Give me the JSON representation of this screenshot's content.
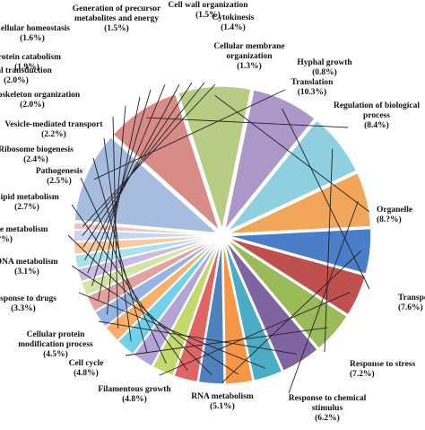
{
  "chart_data": {
    "type": "pie",
    "title": "",
    "slices": [
      {
        "label": "Translation",
        "display": [
          "Translation",
          "(10.3%)"
        ],
        "value": 10.3,
        "color": "#a6bde0"
      },
      {
        "label": "Regulation of biological process",
        "display": [
          "Regulation of biological",
          "process",
          "(8.4%)"
        ],
        "value": 8.4,
        "color": "#d98b87"
      },
      {
        "label": "Organelle",
        "display": [
          "Organelle",
          "(8.?%)"
        ],
        "value": 8.2,
        "color": "#b7cd85"
      },
      {
        "label": "Transport",
        "display": [
          "Transport",
          "(7.6%)"
        ],
        "value": 7.6,
        "color": "#ab98c8"
      },
      {
        "label": "Response to stress",
        "display": [
          "Response to stress",
          "(7.2%)"
        ],
        "value": 7.2,
        "color": "#8ecfe0"
      },
      {
        "label": "Response to chemical stimulus",
        "display": [
          "Response to chemical",
          "stimulus",
          "(6.2%)"
        ],
        "value": 6.2,
        "color": "#f2a65a"
      },
      {
        "label": "RNA metabolism",
        "display": [
          "RNA metabolism",
          "(5.1%)"
        ],
        "value": 5.1,
        "color": "#4a7ec9"
      },
      {
        "label": "Filamentous growth",
        "display": [
          "Filamentous growth",
          "(4.8%)"
        ],
        "value": 4.8,
        "color": "#c0504d"
      },
      {
        "label": "Cell cycle",
        "display": [
          "Cell cycle",
          "(4.8%)"
        ],
        "value": 4.8,
        "color": "#9bbb59"
      },
      {
        "label": "Cellular protein modification process",
        "display": [
          "Cellular protein",
          "modification process",
          "(4.5%)"
        ],
        "value": 4.5,
        "color": "#8064a2"
      },
      {
        "label": "Response to drugs",
        "display": [
          "Response to drugs",
          "(3.3%)"
        ],
        "value": 3.3,
        "color": "#4bacc6"
      },
      {
        "label": "DNA metabolism",
        "display": [
          "DNA metabolism",
          "(3.1%)"
        ],
        "value": 3.1,
        "color": "#f79646"
      },
      {
        "label": "Carbohydrate metabolism",
        "display": [
          "Carbohydrate metabolism",
          "(2.?%)"
        ],
        "value": 2.9,
        "color": "#4f81bd"
      },
      {
        "label": "Lipid metabolism",
        "display": [
          "Lipid metabolism",
          "(2.7%)"
        ],
        "value": 2.7,
        "color": "#e06666"
      },
      {
        "label": "Pathogenesis",
        "display": [
          "Pathogenesis",
          "(2.5%)"
        ],
        "value": 2.5,
        "color": "#c4d96b"
      },
      {
        "label": "Ribosome biogenesis",
        "display": [
          "Ribosome biogenesis",
          "(2.4%)"
        ],
        "value": 2.4,
        "color": "#b4a3d6"
      },
      {
        "label": "Vesicle-mediated transport",
        "display": [
          "Vesicle-mediated transport",
          "(2.2%)"
        ],
        "value": 2.2,
        "color": "#70d1e8"
      },
      {
        "label": "Cytoskeleton organization",
        "display": [
          "Cytoskeleton organization",
          "(2.0%)"
        ],
        "value": 2.0,
        "color": "#f9b06b"
      },
      {
        "label": "Signal transduction",
        "display": [
          "Signal transduction",
          "(2.0%)"
        ],
        "value": 2.0,
        "color": "#95b3e3"
      },
      {
        "label": "Protein catabolism",
        "display": [
          "Protein catabolism",
          "(1.9%)"
        ],
        "value": 1.9,
        "color": "#e3a1a0"
      },
      {
        "label": "Cellular homeostasis",
        "display": [
          "Cellular homeostasis",
          "(1.6%)"
        ],
        "value": 1.6,
        "color": "#d3e4a8"
      },
      {
        "label": "Generation of precursor metabolites and energy",
        "display": [
          "Generation of precursor",
          "metabolites and energy",
          "(1.5%)"
        ],
        "value": 1.5,
        "color": "#c9bbe3"
      },
      {
        "label": "Cell wall organization",
        "display": [
          "Cell wall organization",
          "(1.5%)"
        ],
        "value": 1.5,
        "color": "#a9e1ee"
      },
      {
        "label": "Cytokinesis",
        "display": [
          "Cytokinesis",
          "(1.4%)"
        ],
        "value": 1.4,
        "color": "#f9c89b"
      },
      {
        "label": "Cellular membrane organization",
        "display": [
          "Cellular membrane",
          "organization",
          "(1.3%)"
        ],
        "value": 1.3,
        "color": "#c6d6f0"
      },
      {
        "label": "Hyphal growth",
        "display": [
          "Hyphal growth",
          "(0.8%)"
        ],
        "value": 0.8,
        "color": "#f0c4c3"
      }
    ]
  }
}
